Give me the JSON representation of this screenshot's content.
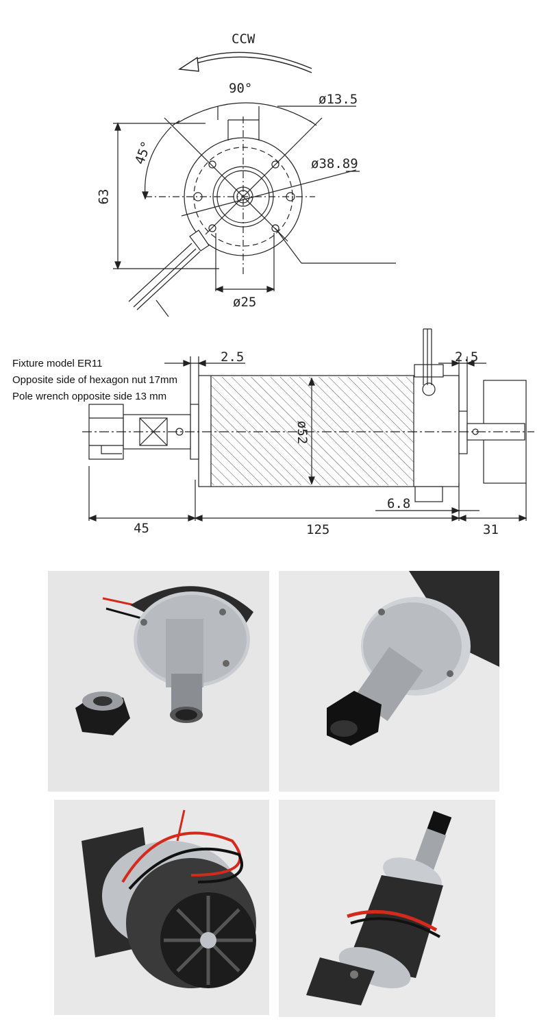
{
  "front_view": {
    "rotation": "CCW",
    "angle_top": "90°",
    "angle_side": "45°",
    "dia_small": "ø13.5",
    "dia_bolt": "ø38.89",
    "height": "63",
    "dia_boss": "ø25"
  },
  "side_view": {
    "notes": [
      "Fixture model ER11",
      "Opposite side of hexagon nut 17mm",
      "Pole wrench opposite side 13 mm"
    ],
    "gap_left": "2.5",
    "gap_right": "2.5",
    "body_dia": "ø52",
    "offset": "6.8",
    "len_collet": "45",
    "len_body": "125",
    "len_rear": "31"
  },
  "colors": {
    "line": "#222222",
    "hatch": "#555555",
    "wire_red": "#d42a1e",
    "motor": "#2b2b2b",
    "alu": "#c9ccd0"
  }
}
